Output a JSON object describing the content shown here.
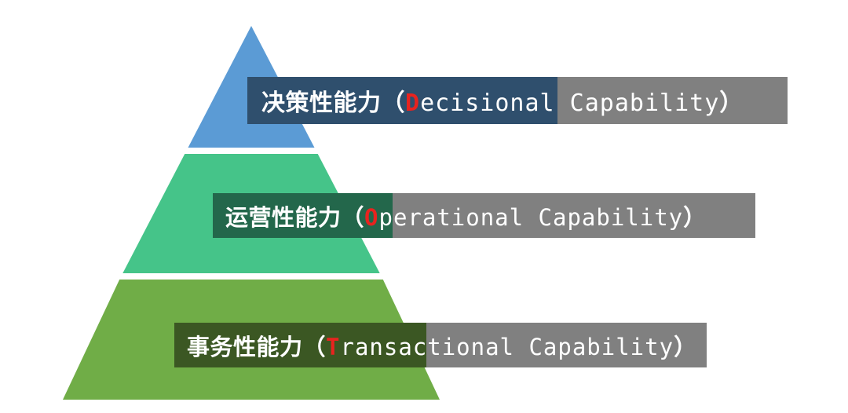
{
  "diagram": {
    "type": "pyramid",
    "title": "",
    "background_color": "#ffffff",
    "levels": [
      {
        "id": "decisional",
        "rank": 1,
        "position": "top",
        "band_color": "#5b9bd5",
        "tint_color": "#2f4f6d",
        "bar_color": "#808080",
        "label_cn": "决策性能力（",
        "label_highlight": "D",
        "label_en": "ecisional Capability",
        "label_close": "）",
        "full_label": "决策性能力（Decisional Capability）"
      },
      {
        "id": "operational",
        "rank": 2,
        "position": "middle",
        "band_color": "#45c489",
        "tint_color": "#23674b",
        "bar_color": "#808080",
        "label_cn": "运营性能力（",
        "label_highlight": "O",
        "label_en": "perational Capability",
        "label_close": "）",
        "full_label": "运营性能力（Operational Capability）"
      },
      {
        "id": "transactional",
        "rank": 3,
        "position": "bottom",
        "band_color": "#70ad47",
        "tint_color": "#3b5723",
        "bar_color": "#808080",
        "label_cn": "事务性能力（",
        "label_highlight": "T",
        "label_en": "ransactional Capability",
        "label_close": "）",
        "full_label": "事务性能力（Transactional Capability）"
      }
    ],
    "highlight_color": "#e8231f",
    "text_color": "#ffffff",
    "acronym": "DOT"
  }
}
